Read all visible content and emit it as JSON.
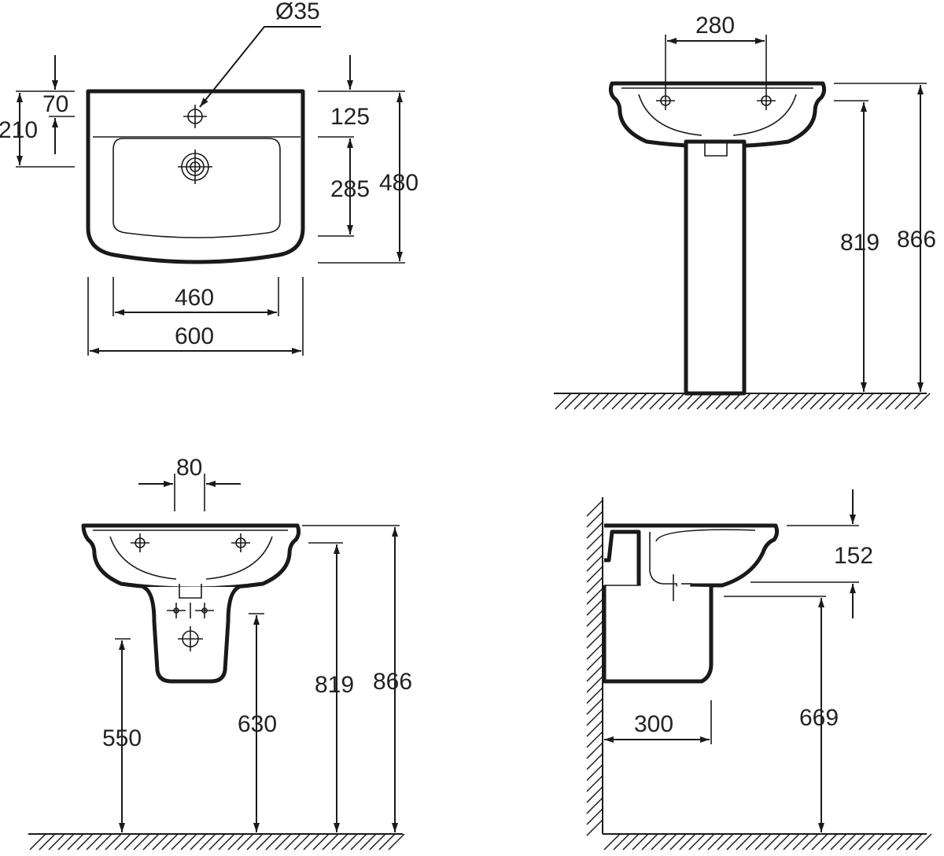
{
  "top_view": {
    "hole_diameter": "Ø35",
    "dim_70": "70",
    "dim_210": "210",
    "dim_125": "125",
    "dim_285": "285",
    "dim_480": "480",
    "dim_460": "460",
    "dim_600": "600"
  },
  "pedestal_view": {
    "dim_280": "280",
    "dim_819": "819",
    "dim_866": "866"
  },
  "semi_pedestal_view": {
    "dim_80": "80",
    "dim_550": "550",
    "dim_630": "630",
    "dim_819": "819",
    "dim_866": "866"
  },
  "side_view": {
    "dim_152": "152",
    "dim_300": "300",
    "dim_669": "669"
  },
  "colors": {
    "line": "#1a1a1a",
    "text": "#222222",
    "background": "#ffffff"
  }
}
